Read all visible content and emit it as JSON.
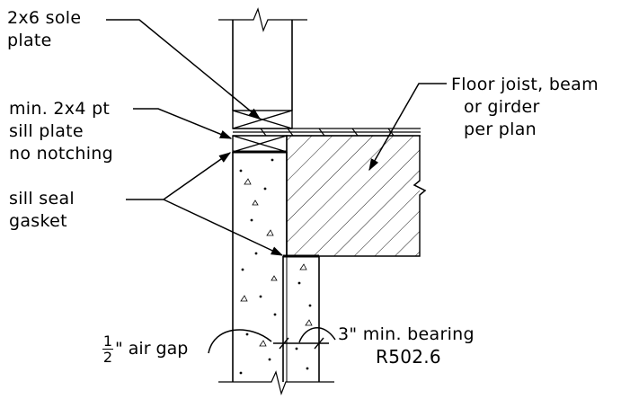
{
  "labels": {
    "sole_plate": [
      "2x6 sole",
      "plate"
    ],
    "sill_plate": [
      "min. 2x4 pt",
      "sill plate",
      "no notching"
    ],
    "sill_seal": [
      "sill seal",
      "gasket"
    ],
    "floor_joist": [
      "Floor joist, beam",
      "or girder",
      "per plan"
    ],
    "air_gap_fraction_num": "1",
    "air_gap_fraction_den": "2",
    "air_gap_text": "\" air gap",
    "bearing": "3\" min. bearing",
    "code_ref": "R502.6"
  },
  "colors": {
    "line": "#000000",
    "background": "#ffffff",
    "hatch": "#000000"
  }
}
